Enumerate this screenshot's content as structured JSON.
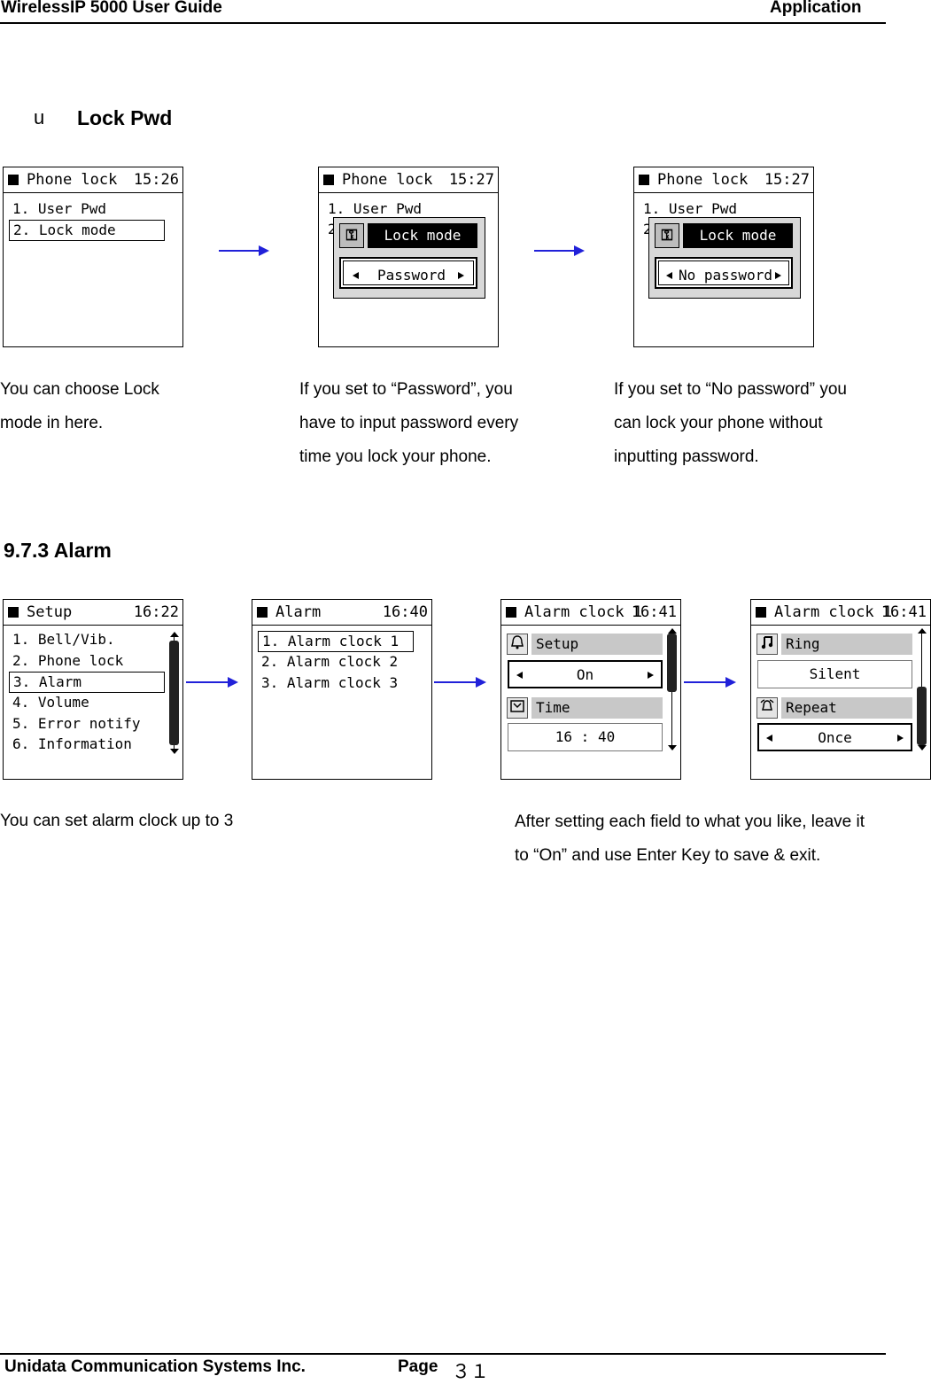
{
  "header": {
    "left": "WirelessIP 5000 User Guide",
    "right": "Application"
  },
  "lock_section": {
    "bullet": "u",
    "title": "Lock Pwd",
    "screen1": {
      "title": "Phone lock",
      "time": "15:26",
      "items": [
        "1. User Pwd",
        "2. Lock mode"
      ]
    },
    "screen2": {
      "title": "Phone lock",
      "time": "15:27",
      "item1": "1. User Pwd",
      "item2_partial": "2",
      "key_glyph": "⚿",
      "dialog_title": "Lock mode",
      "field_value": "Password"
    },
    "screen3": {
      "title": "Phone lock",
      "time": "15:27",
      "item1": "1. User Pwd",
      "item2_partial": "2",
      "key_glyph": "⚿",
      "dialog_title": "Lock mode",
      "field_value": "No password"
    },
    "caption1": [
      "You can choose Lock",
      "mode in here."
    ],
    "caption2": [
      "If you set to “Password”, you",
      "have to input password every",
      "time you lock your phone."
    ],
    "caption3": [
      "If you set to “No password” you",
      "can lock your phone without",
      "inputting password."
    ]
  },
  "alarm_section": {
    "title": "9.7.3 Alarm",
    "screen1": {
      "title": "Setup",
      "time": "16:22",
      "items": [
        "1. Bell/Vib.",
        "2. Phone lock",
        "3. Alarm",
        "4. Volume",
        "5. Error notify",
        "6. Information"
      ]
    },
    "screen2": {
      "title": "Alarm",
      "time": "16:40",
      "items": [
        "1. Alarm clock 1",
        "2. Alarm clock 2",
        "3. Alarm clock 3"
      ]
    },
    "screen3": {
      "title": "Alarm clock 1",
      "time": "16:41",
      "label1": "Setup",
      "value1": "On",
      "label2": "Time",
      "value2": "16 : 40"
    },
    "screen4": {
      "title": "Alarm clock 1",
      "time": "16:41",
      "label1": "Ring",
      "value1": "Silent",
      "label2": "Repeat",
      "value2": "Once"
    },
    "caption_left": [
      "You can set alarm clock up to 3"
    ],
    "caption_right": [
      "After setting each field to what you like, leave it",
      "to “On” and use Enter Key to save & exit."
    ]
  },
  "footer": {
    "company": "Unidata Communication Systems Inc.",
    "page_label": "Page",
    "page_number": "３１"
  },
  "colors": {
    "flow_arrow": "#2121d9",
    "dialog_grey": "#d8d8d8",
    "label_grey": "#c8c8c8"
  },
  "icons": [
    "bell-icon",
    "clock-icon",
    "music-note-icon",
    "repeat-bell-icon",
    "key-icon"
  ]
}
